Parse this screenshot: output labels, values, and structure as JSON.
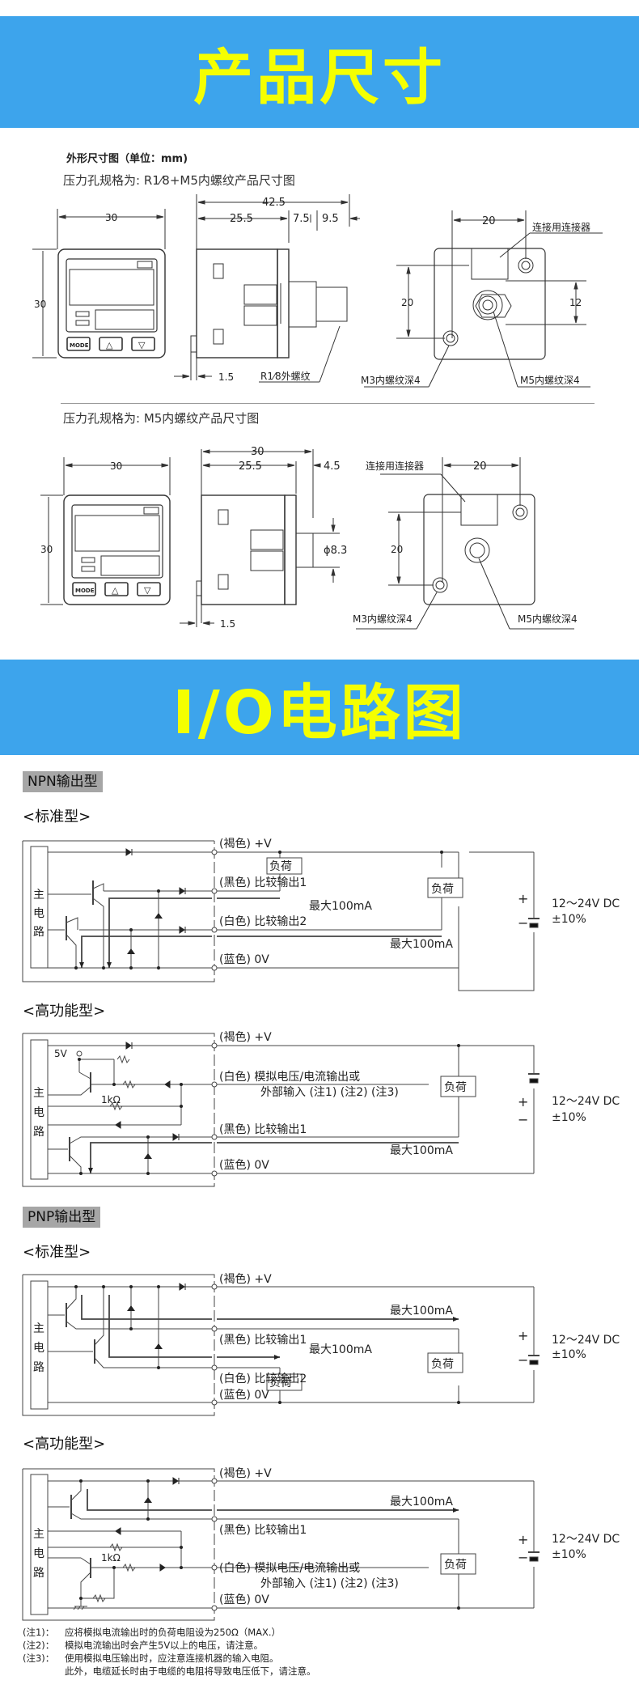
{
  "banners": {
    "dimensions_title": "产品尺寸",
    "io_title": "I/O电路图"
  },
  "dimensions": {
    "heading": "外形尺寸图（单位：mm)",
    "drawing1": {
      "title": "压力孔规格为: R1⁄8+M5内螺纹产品尺寸图",
      "front_width": "30",
      "front_height": "30",
      "side_total": "42.5",
      "side_body": "25.5",
      "side_hex": "7.5",
      "side_thread": "9.5",
      "side_offset": "1.5",
      "thread_label": "R1⁄8外螺纹",
      "rear_spacing_h": "20",
      "rear_spacing_v": "20",
      "rear_port_h": "12",
      "connector_label": "连接用连接器",
      "m3_label": "M3内螺纹深4",
      "m5_label": "M5内螺纹深4",
      "mode_button": "MODE",
      "up_button": "△",
      "down_button": "▽"
    },
    "drawing2": {
      "title": "压力孔规格为: M5内螺纹产品尺寸图",
      "front_width": "30",
      "front_height": "30",
      "side_total": "30",
      "side_body": "25.5",
      "side_port": "4.5",
      "port_diameter": "ϕ8.3",
      "side_offset": "1.5",
      "rear_spacing_h": "20",
      "rear_spacing_v": "20",
      "connector_label": "连接用连接器",
      "m3_label": "M3内螺纹深4",
      "m5_label": "M5内螺纹深4",
      "mode_button": "MODE",
      "up_button": "△",
      "down_button": "▽"
    }
  },
  "circuits": {
    "main_circuit_label": [
      "主",
      "电",
      "路"
    ],
    "load_label": "负荷",
    "supply_label": "12～24V DC",
    "supply_tolerance": "±10%",
    "plus": "+",
    "minus": "−",
    "max_current": "最大100mA",
    "npn": {
      "tag": "NPN输出型",
      "standard": {
        "title": "<标准型>",
        "wires": [
          "(褐色) +V",
          "(黑色) 比较输出1",
          "(白色) 比较输出2",
          "(蓝色) 0V"
        ]
      },
      "high_function": {
        "title": "<高功能型>",
        "wires": [
          "(褐色) +V",
          "(白色) 模拟电压/电流输出或",
          "外部输入 (注1) (注2) (注3)",
          "(黑色) 比较输出1",
          "(蓝色) 0V"
        ],
        "v5": "5V",
        "r1k": "1kΩ"
      }
    },
    "pnp": {
      "tag": "PNP输出型",
      "standard": {
        "title": "<标准型>",
        "wires": [
          "(褐色) +V",
          "(黑色) 比较输出1",
          "(白色) 比较输出2",
          "(蓝色) 0V"
        ]
      },
      "high_function": {
        "title": "<高功能型>",
        "wires": [
          "(褐色) +V",
          "(黑色) 比较输出1",
          "(白色) 模拟电压/电流输出或",
          "外部输入 (注1) (注2) (注3)",
          "(蓝色) 0V"
        ],
        "r1k": "1kΩ"
      }
    }
  },
  "notes": [
    {
      "key": "(注1)：",
      "text": "应将模拟电流输出时的负荷电阻设为250Ω（MAX.）"
    },
    {
      "key": "(注2)：",
      "text": "模拟电流输出时会产生5V以上的电压，请注意。"
    },
    {
      "key": "(注3)：",
      "text": "使用模拟电压输出时，应注意连接机器的输入电阻。"
    },
    {
      "key": "",
      "text": "此外，电缆延长时由于电缆的电阻将导致电压低下，请注意。"
    }
  ]
}
